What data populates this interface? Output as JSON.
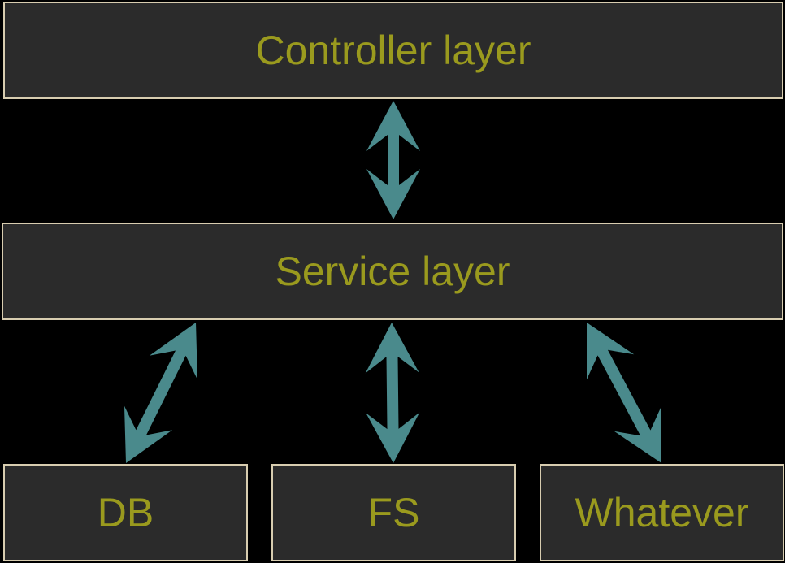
{
  "diagram": {
    "layers": {
      "controller": "Controller layer",
      "service": "Service layer",
      "db": "DB",
      "fs": "FS",
      "whatever": "Whatever"
    },
    "colors": {
      "background": "#000000",
      "box_fill": "#2b2b2b",
      "box_border": "#d8cdb0",
      "label_text": "#9a9a1e",
      "arrow": "#4a8a8c"
    }
  }
}
